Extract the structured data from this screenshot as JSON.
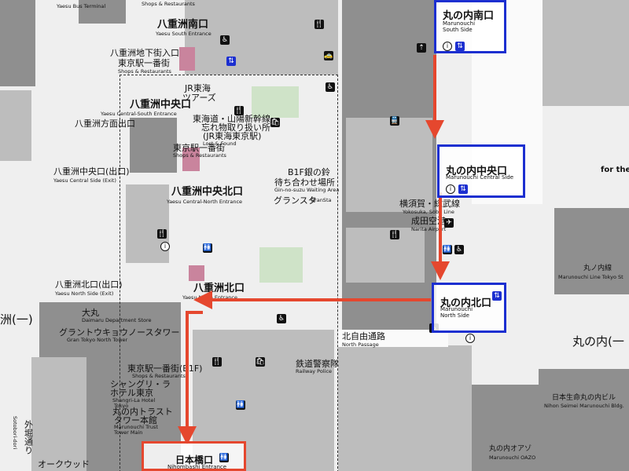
{
  "colors": {
    "route": "#e5472e",
    "highlight_blue": "#1c2fd0",
    "building": "#8f8f8f",
    "building_light": "#bdbdbd",
    "park": "#cfe3c8",
    "pink": "#c9849d"
  },
  "top": {
    "terminal_en": "Yaesu Bus Terminal",
    "shops_en": "Shops & Restaurants"
  },
  "yaesu_south": {
    "jp": "八重洲南口",
    "en": "Yaesu South Entrance"
  },
  "yaesu_underground": {
    "jp1": "八重洲地下街入口",
    "jp2": "東京駅一番街",
    "en": "Shops & Restaurants"
  },
  "jr_central_tours": {
    "jp1": "JR東海",
    "jp2": "ツアーズ"
  },
  "yaesu_central_south": {
    "jp": "八重洲中央口",
    "en": "Yaesu Central-South Entrance"
  },
  "tokaido_lost": {
    "jp1": "東海道・山陽新幹線",
    "jp2": "忘れ物取り扱い所",
    "jp3": "(JR東海東京駅)",
    "en": "Lost & Found"
  },
  "yaesu_side_1": {
    "jp": "八重洲方面出口"
  },
  "ichibangai_mid": {
    "jp": "東京駅一番街",
    "en": "Shops & Restaurants"
  },
  "yaesu_central_exit": {
    "jp": "八重洲中央口(出口)",
    "en": "Yaesu Central Side (Exit)"
  },
  "gin_no_suzu": {
    "jp1": "B1F銀の鈴",
    "jp2": "待ち合わせ場所",
    "en": "Gin-no-suzu Waiting Area"
  },
  "yaesu_central_north": {
    "jp": "八重洲中央北口",
    "en": "Yaesu Central-North Entrance"
  },
  "gransta": {
    "jp": "グランスタ",
    "en": "GranSta"
  },
  "yaesu_north_exit": {
    "jp": "八重洲北口(出口)",
    "en": "Yaesu North Side (Exit)"
  },
  "yaesu_north": {
    "jp": "八重洲北口",
    "en": "Yaesu North Entrance"
  },
  "daimaru": {
    "jp": "大丸",
    "en": "Daimaru Department Store"
  },
  "gran_tokyo_north": {
    "jp": "グラントウキョウノースタワー",
    "en": "Gran Tokyo North Tower"
  },
  "ichibangai_b1": {
    "jp": "東京駅一番街(B1F)",
    "en": "Shops & Restaurants"
  },
  "shangri_la": {
    "jp1": "シャングリ・ラ",
    "jp2": "ホテル東京",
    "en1": "Shangri-La Hotel",
    "en2": "Tokyo"
  },
  "trust_tower": {
    "jp1": "丸の内トラスト",
    "jp2": "タワー本館",
    "en1": "Marunouchi Trust",
    "en2": "Tower Main"
  },
  "nihombashi": {
    "jp": "日本橋口",
    "en": "Nihombashi Entrance"
  },
  "ookudo": {
    "jp": "オークウッド"
  },
  "sotobori": {
    "jp": "外堀通り",
    "en": "Sotobori-dori"
  },
  "edge_left": {
    "jp": "洲(一)"
  },
  "north_passage": {
    "jp": "北自由通路",
    "en": "North Passage"
  },
  "railway_police": {
    "jp": "鉄道警察隊",
    "en": "Railway Police"
  },
  "yokosuka": {
    "jp": "横須賀・総武線",
    "en": "Yokosuka, Sobu Line"
  },
  "narita": {
    "jp": "成田空港",
    "en": "Narita Airport"
  },
  "marunouchi_line": {
    "jp": "丸ノ内線",
    "en": "Marunouchi Line Tokyo St"
  },
  "marunouchi_area": {
    "jp": "丸の内(一"
  },
  "for_the": {
    "en": "for the"
  },
  "seimei": {
    "jp": "日本生命丸の内ビル",
    "en": "Nihon Seimei Marunouchi Bldg."
  },
  "oazo": {
    "jp": "丸の内オアゾ",
    "en": "Marunouchi OAZO"
  },
  "mar_south": {
    "jp": "丸の内南口",
    "en1": "Marunouchi",
    "en2": "South Side"
  },
  "mar_central": {
    "jp": "丸の内中央口",
    "en": "Marunouchi Central Side"
  },
  "mar_north": {
    "jp": "丸の内北口",
    "en1": "Marunouchi",
    "en2": "North Side"
  },
  "nihombashi_box": {
    "jp": "日本橋口",
    "en": "Nihombashi Entrance"
  }
}
